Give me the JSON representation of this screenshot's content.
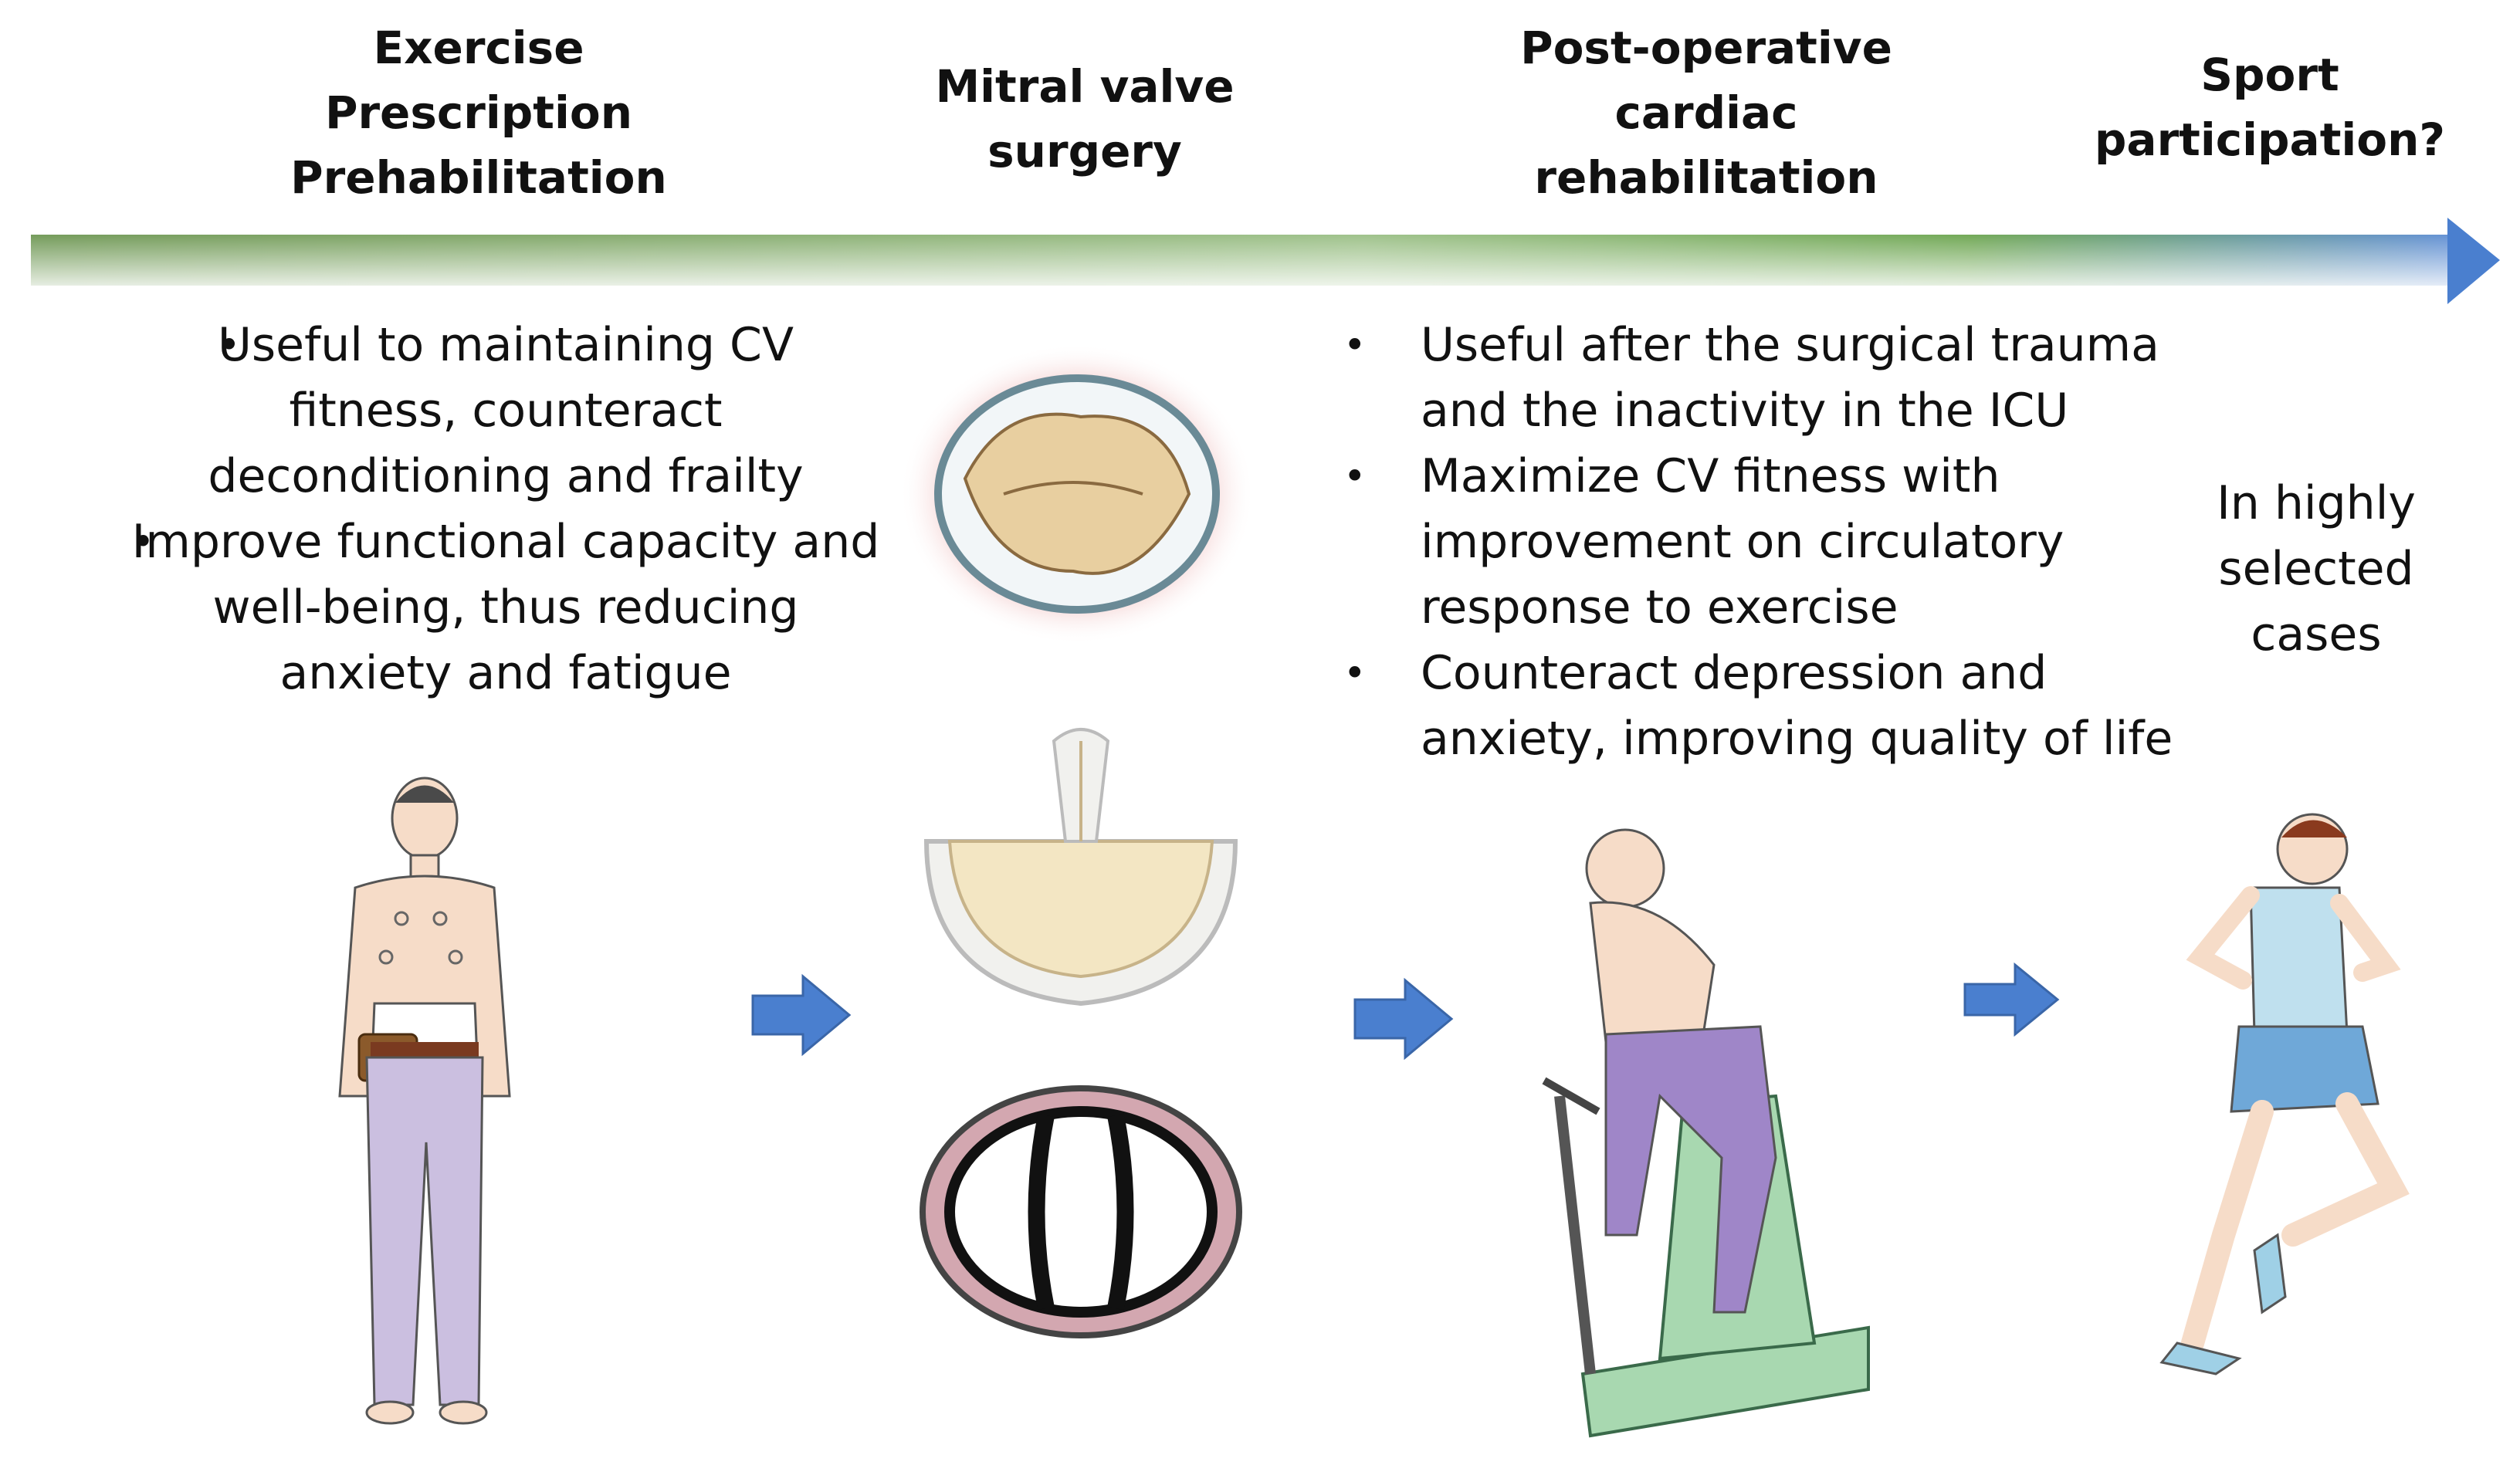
{
  "stages": [
    {
      "title": "Exercise\nPrescription\nPrehabilitation"
    },
    {
      "title": "Mitral valve\nsurgery"
    },
    {
      "title": "Post-operative\ncardiac\nrehabilitation"
    },
    {
      "title": "Sport\nparticipation?"
    }
  ],
  "prehab_bullets": [
    "Useful to maintaining CV fitness, counteract deconditioning and frailty",
    "Improve functional capacity and well-being, thus reducing anxiety and fatigue"
  ],
  "rehab_bullets": [
    "Useful after the surgical trauma and the inactivity in the ICU",
    "Maximize CV fitness with improvement on circulatory response to exercise",
    "Counteract depression and anxiety, improving quality of life"
  ],
  "sport_note": "In highly\nselected\ncases",
  "colors": {
    "timeline_start": "#e8eef4",
    "timeline_green": "#5a9a3a",
    "timeline_end": "#4a7fcf",
    "step_arrow": "#4a7fcf"
  },
  "icons": [
    "patient-holter-icon",
    "mitral-repair-ring-icon",
    "bioprosthetic-valve-icon",
    "mechanical-valve-icon",
    "exercise-bike-icon",
    "runner-icon"
  ]
}
